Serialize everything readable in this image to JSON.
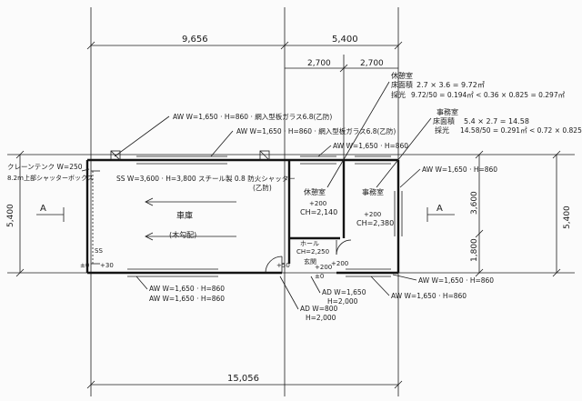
{
  "dimensions": {
    "top_left": "9,656",
    "top_right": "5,400",
    "sub_left": "2,700",
    "sub_right": "2,700",
    "bottom_total": "15,056",
    "left_height": "5,400",
    "right_height": "5,400",
    "right_upper": "3,600",
    "right_lower": "1,800"
  },
  "notes": {
    "rest_room_title": "休憩室",
    "rest_area_label": "床面積",
    "rest_area_value": "2.7 × 3.6 = 9.72㎡",
    "rest_light_label": "採光",
    "rest_light_value": "9.72/50 = 0.194㎡ < 0.36 × 0.825 = 0.297㎡",
    "office_title": "事務室",
    "office_area_label": "床面積",
    "office_area_value": "5.4 × 2.7 = 14.58",
    "office_light_label": "採光",
    "office_light_value": "14.58/50 = 0.291㎡ < 0.72 × 0.825 ×"
  },
  "callouts": {
    "aw_top_1": "AW W=1,650 · H=860 · 網入型板ガラス6.8(乙防)",
    "aw_top_2": "AW W=1,650 · H=860 · 網入型板ガラス6.8(乙防)",
    "aw_top_3": "AW W=1,650 · H=860",
    "aw_right_1": "AW W=1,650 · H=860",
    "aw_bottom_right_1": "AW W=1,650 · H=860",
    "aw_bottom_right_2": "AW W=1,650 · H=860",
    "aw_bottom_left_1": "AW W=1,650 · H=860",
    "aw_bottom_left_2": "AW W=1,650 · H=860",
    "ad_1": "AD W=1,650",
    "ad_1b": "H=2,000",
    "ad_2": "AD W=800",
    "ad_2b": "H=2,000",
    "crane": "クレーンテンク W=250",
    "crane_2": "8.2m上部シャッターボックス",
    "shutter": "SS W=3,600 · H=3,800 スチール製 0.8 防火シャッター",
    "shutter_2": "(乙防)"
  },
  "rooms": {
    "garage": "車庫",
    "garage_sub": "(木勾配)",
    "rest": "休憩室",
    "rest_floor": "+200",
    "rest_ch": "CH=2,140",
    "office": "事務室",
    "office_floor": "+200",
    "office_ch": "CH=2,380",
    "hall": "ホール",
    "hall_ch": "CH=2,250",
    "entrance": "玄関"
  },
  "marks": {
    "section_a": "A",
    "section_a2": "A",
    "level_30": "+30",
    "level_0": "±0",
    "level_50": "+50",
    "level_200a": "+200",
    "level_200b": "+200",
    "level_0b": "±0",
    "ss_mark": "SS"
  }
}
